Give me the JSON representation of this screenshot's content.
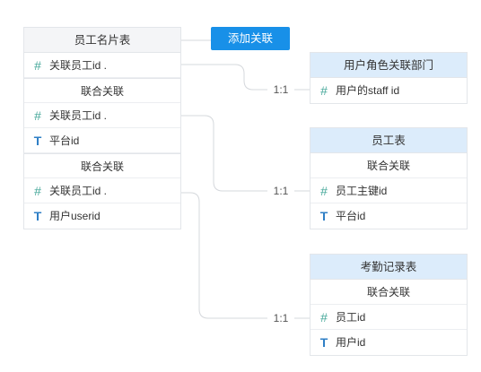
{
  "add_button": {
    "label": "添加关联"
  },
  "main_table": {
    "title": "员工名片表",
    "link_row": {
      "icon": "hash-icon",
      "label": "关联员工id ."
    },
    "groups": [
      {
        "title": "联合关联",
        "rows": [
          {
            "icon": "hash-icon",
            "label": "关联员工id ."
          },
          {
            "icon": "text-type-icon",
            "label": "平台id"
          }
        ]
      },
      {
        "title": "联合关联",
        "rows": [
          {
            "icon": "hash-icon",
            "label": "关联员工id ."
          },
          {
            "icon": "text-type-icon",
            "label": "用户userid"
          }
        ]
      }
    ]
  },
  "targets": [
    {
      "title": "用户角色关联部门",
      "ratio": "1:1",
      "subtitle": "",
      "rows": [
        {
          "icon": "hash-icon",
          "label": "用户的staff id"
        }
      ]
    },
    {
      "title": "员工表",
      "ratio": "1:1",
      "subtitle": "联合关联",
      "rows": [
        {
          "icon": "hash-icon",
          "label": "员工主键id"
        },
        {
          "icon": "text-type-icon",
          "label": "平台id"
        }
      ]
    },
    {
      "title": "考勤记录表",
      "ratio": "1:1",
      "subtitle": "联合关联",
      "rows": [
        {
          "icon": "hash-icon",
          "label": "员工id"
        },
        {
          "icon": "text-type-icon",
          "label": "用户id"
        }
      ]
    }
  ],
  "colors": {
    "accent": "#1890e8",
    "target_header": "#dcecfb",
    "main_header": "#f4f5f7",
    "hash_icon": "#46a89a",
    "text_icon": "#2f7fc6",
    "connector": "#d5d8dc"
  }
}
